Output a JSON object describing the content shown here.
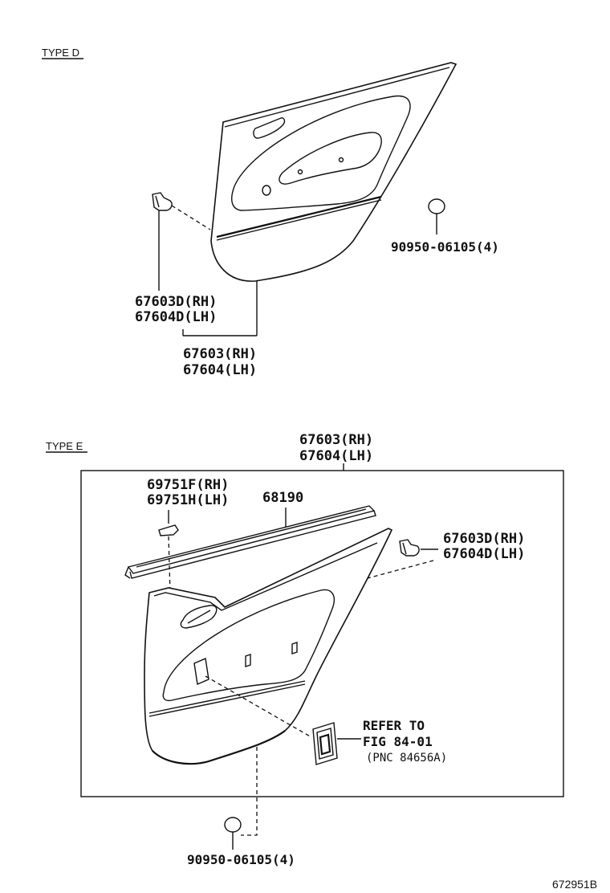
{
  "diagram": {
    "type_d": {
      "label": "TYPE D",
      "clip_number": "90950-06105(4)",
      "pin_rh": "67603D(RH)",
      "pin_lh": "67604D(LH)",
      "panel_rh": "67603(RH)",
      "panel_lh": "67604(LH)"
    },
    "type_e": {
      "label": "TYPE E",
      "panel_rh": "67603(RH)",
      "panel_lh": "67604(LH)",
      "cap_rh": "69751F(RH)",
      "cap_lh": "69751H(LH)",
      "weatherstrip": "68190",
      "pin_rh": "67603D(RH)",
      "pin_lh": "67604D(LH)",
      "refer_line1": "REFER TO",
      "refer_line2": "FIG 84-01",
      "refer_line3": "(PNC 84656A)",
      "clip_number": "90950-06105(4)"
    },
    "figure_id": "672951B"
  }
}
